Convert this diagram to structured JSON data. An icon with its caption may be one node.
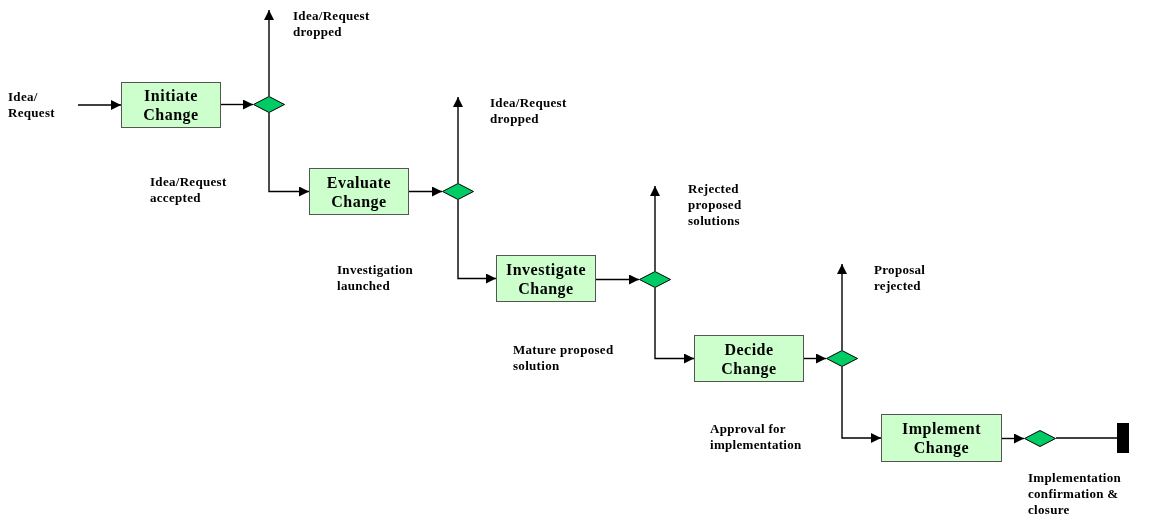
{
  "diagram": {
    "nodes": [
      {
        "text": [
          "Idea/ Request"
        ]
      },
      {
        "text": [
          "Initiate Change"
        ]
      },
      {
        "text": [],
        "shape": "diamond"
      },
      {
        "text": [
          "Evaluate Change"
        ]
      },
      {
        "text": [],
        "shape": "diamond"
      },
      {
        "text": [
          "Investigate Change"
        ]
      },
      {
        "text": [],
        "shape": "diamond"
      },
      {
        "text": [
          "Decide Change"
        ]
      },
      {
        "text": [],
        "shape": "diamond"
      },
      {
        "text": [
          "Implement Change"
        ]
      },
      {
        "text": [],
        "shape": "diamond"
      },
      {
        "text": [],
        "shape": "bar",
        "beside": [
          "Implementation confirmation & closure"
        ]
      }
    ],
    "edges": [
      {
        "from": 0,
        "to": 1,
        "arrow": "to"
      },
      {
        "from": 1,
        "to": 2,
        "arrow": "to"
      },
      {
        "from": 2,
        "to": null,
        "arrow": "to",
        "label": "Idea/Request dropped"
      },
      {
        "from": 2,
        "to": 3,
        "arrow": "to",
        "label": "Idea/Request accepted"
      },
      {
        "from": 3,
        "to": 4,
        "arrow": "to"
      },
      {
        "from": 4,
        "to": null,
        "arrow": "to",
        "label": "Idea/Request dropped"
      },
      {
        "from": 4,
        "to": 5,
        "arrow": "to",
        "label": "Investigation launched"
      },
      {
        "from": 5,
        "to": 6,
        "arrow": "to"
      },
      {
        "from": 6,
        "to": null,
        "arrow": "to",
        "label": "Rejected proposed solutions"
      },
      {
        "from": 6,
        "to": 7,
        "arrow": "to",
        "label": "Mature proposed solution"
      },
      {
        "from": 7,
        "to": 8,
        "arrow": "to"
      },
      {
        "from": 8,
        "to": null,
        "arrow": "to",
        "label": "Proposal rejected"
      },
      {
        "from": 8,
        "to": 9,
        "arrow": "to",
        "label": "Approval for implementation"
      },
      {
        "from": 9,
        "to": 10,
        "arrow": "to"
      },
      {
        "from": 10,
        "to": 11,
        "arrow": "none"
      }
    ]
  }
}
